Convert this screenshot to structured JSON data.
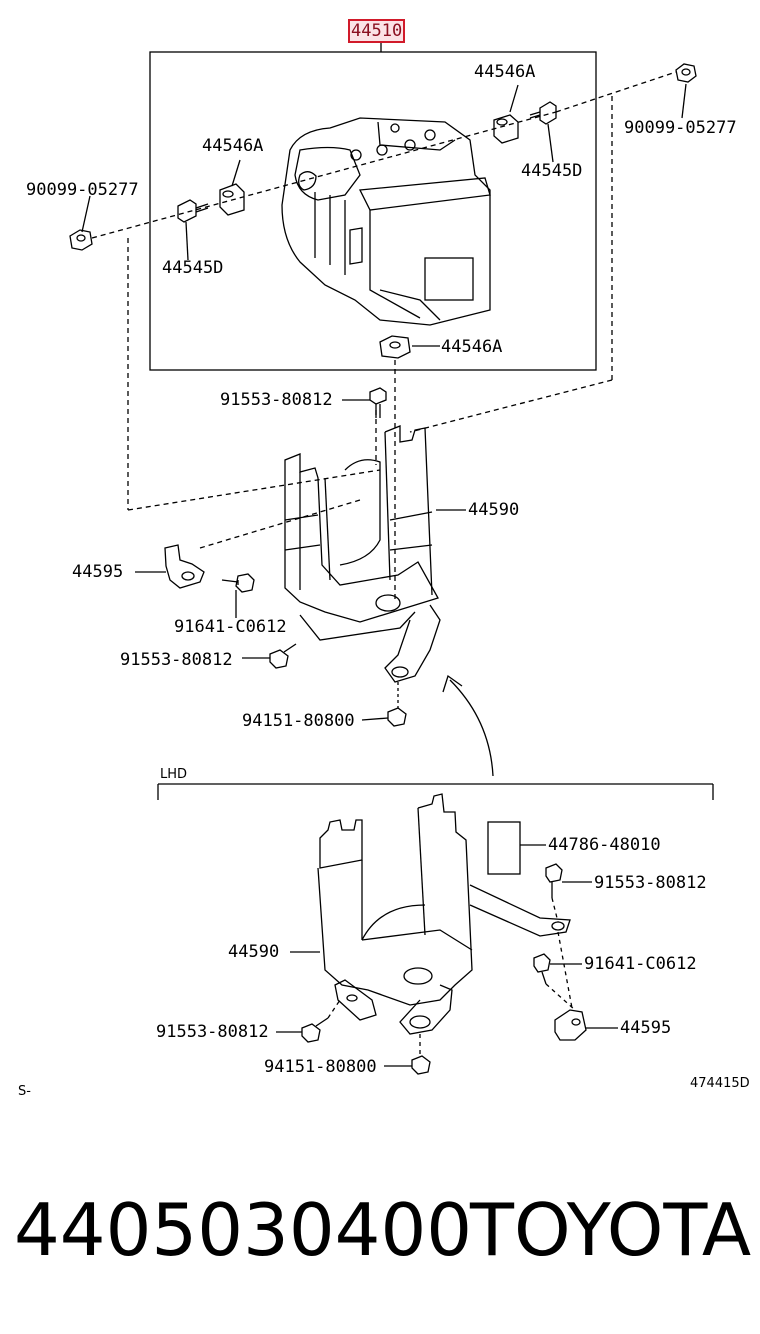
{
  "labels": {
    "main_part": "44510",
    "cushion_top_right": "44546A",
    "cushion_left": "44546A",
    "cushion_bottom": "44546A",
    "nut_right": "90099-05277",
    "nut_left": "90099-05277",
    "bolt_right": "44545D",
    "bolt_left": "44545D",
    "bolt_upper": "91553-80812",
    "bracket_upper": "44590",
    "clip_upper": "44595",
    "screw_upper": "91641-C0612",
    "bolt_upper_lower": "91553-80812",
    "nut_upper_lower": "94151-80800",
    "lhd": "LHD",
    "plate_lhd": "44786-48010",
    "bolt_lhd_right": "91553-80812",
    "bracket_lhd": "44590",
    "screw_lhd": "91641-C0612",
    "clip_lhd": "44595",
    "bolt_lhd_left": "91553-80812",
    "nut_lhd": "94151-80800",
    "prefix": "S-",
    "diagram_code": "474415D"
  },
  "footer": {
    "part_number": "4405030400",
    "brand": "TOYOTA"
  },
  "colors": {
    "highlight_border": "#d11a2a",
    "line": "#000000"
  }
}
